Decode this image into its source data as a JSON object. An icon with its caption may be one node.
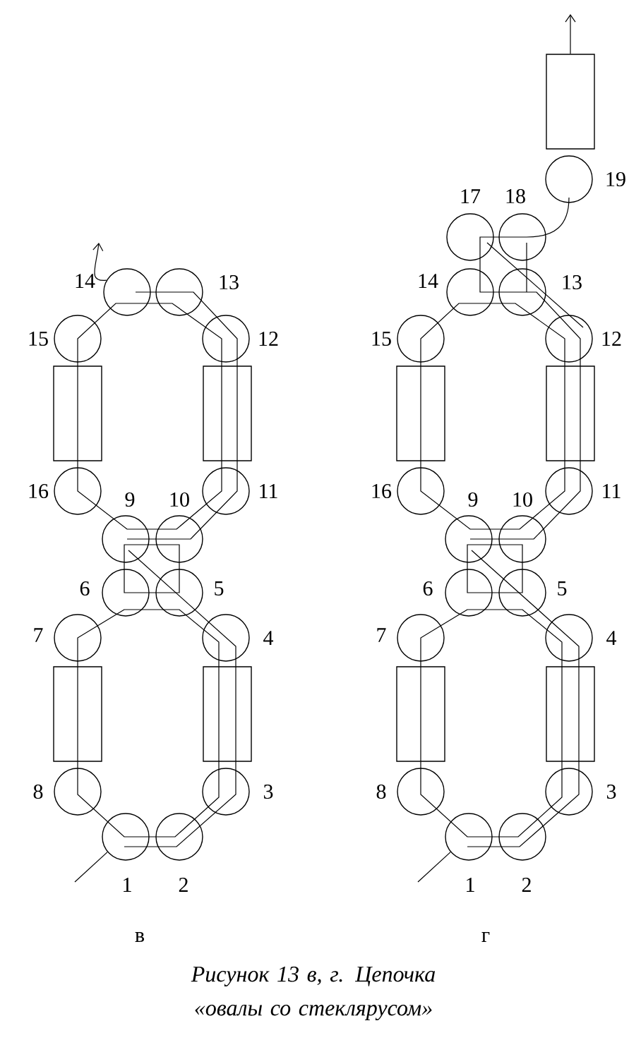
{
  "diagram": {
    "caption": "Рисунок 13 в, г. Цепочка «овалы со стеклярусом»",
    "nodes": [
      {
        "text": [],
        "shape": "circle",
        "beside": [
          "14"
        ]
      },
      {
        "text": [],
        "shape": "circle",
        "beside": [
          "13"
        ]
      },
      {
        "text": [],
        "shape": "circle",
        "beside": [
          "15"
        ]
      },
      {
        "text": [],
        "shape": "circle",
        "beside": [
          "12"
        ]
      },
      {
        "text": [],
        "shape": "box"
      },
      {
        "text": [],
        "shape": "box"
      },
      {
        "text": [],
        "shape": "circle",
        "beside": [
          "16"
        ]
      },
      {
        "text": [],
        "shape": "circle",
        "beside": [
          "11"
        ]
      },
      {
        "text": [],
        "shape": "circle",
        "beside": [
          "9"
        ]
      },
      {
        "text": [],
        "shape": "circle",
        "beside": [
          "10"
        ]
      },
      {
        "text": [],
        "shape": "circle",
        "beside": [
          "6"
        ]
      },
      {
        "text": [],
        "shape": "circle",
        "beside": [
          "5"
        ]
      },
      {
        "text": [],
        "shape": "circle",
        "beside": [
          "7"
        ]
      },
      {
        "text": [],
        "shape": "circle",
        "beside": [
          "4"
        ]
      },
      {
        "text": [],
        "shape": "box"
      },
      {
        "text": [],
        "shape": "box"
      },
      {
        "text": [],
        "shape": "circle",
        "beside": [
          "8"
        ]
      },
      {
        "text": [],
        "shape": "circle",
        "beside": [
          "3"
        ]
      },
      {
        "text": [],
        "shape": "circle",
        "beside": [
          "1"
        ]
      },
      {
        "text": [],
        "shape": "circle",
        "beside": [
          "2"
        ]
      },
      {
        "text": [],
        "shape": "box"
      },
      {
        "text": [],
        "shape": "circle",
        "beside": [
          "19"
        ]
      },
      {
        "text": [],
        "shape": "circle",
        "beside": [
          "17"
        ]
      },
      {
        "text": [],
        "shape": "circle",
        "beside": [
          "18"
        ]
      },
      {
        "text": [],
        "shape": "circle",
        "beside": [
          "14"
        ]
      },
      {
        "text": [],
        "shape": "circle",
        "beside": [
          "13"
        ]
      },
      {
        "text": [],
        "shape": "circle",
        "beside": [
          "15"
        ]
      },
      {
        "text": [],
        "shape": "circle",
        "beside": [
          "12"
        ]
      },
      {
        "text": [],
        "shape": "box"
      },
      {
        "text": [],
        "shape": "box"
      },
      {
        "text": [],
        "shape": "circle",
        "beside": [
          "16"
        ]
      },
      {
        "text": [],
        "shape": "circle",
        "beside": [
          "11"
        ]
      },
      {
        "text": [],
        "shape": "circle",
        "beside": [
          "9"
        ]
      },
      {
        "text": [],
        "shape": "circle",
        "beside": [
          "10"
        ]
      },
      {
        "text": [],
        "shape": "circle",
        "beside": [
          "6"
        ]
      },
      {
        "text": [],
        "shape": "circle",
        "beside": [
          "5"
        ]
      },
      {
        "text": [],
        "shape": "circle",
        "beside": [
          "7"
        ]
      },
      {
        "text": [],
        "shape": "circle",
        "beside": [
          "4"
        ]
      },
      {
        "text": [],
        "shape": "box"
      },
      {
        "text": [],
        "shape": "box"
      },
      {
        "text": [],
        "shape": "circle",
        "beside": [
          "8"
        ]
      },
      {
        "text": [],
        "shape": "circle",
        "beside": [
          "3"
        ]
      },
      {
        "text": [],
        "shape": "circle",
        "beside": [
          "1"
        ]
      },
      {
        "text": [],
        "shape": "circle",
        "beside": [
          "2"
        ]
      }
    ],
    "edges": [
      {
        "from": 0,
        "to": null,
        "arrow": "to"
      },
      {
        "from": 20,
        "to": null,
        "arrow": "to"
      },
      {
        "from": null,
        "to": 18,
        "arrow": "none"
      },
      {
        "from": null,
        "to": 42,
        "arrow": "none"
      }
    ],
    "labels": [
      "в",
      "г"
    ]
  }
}
